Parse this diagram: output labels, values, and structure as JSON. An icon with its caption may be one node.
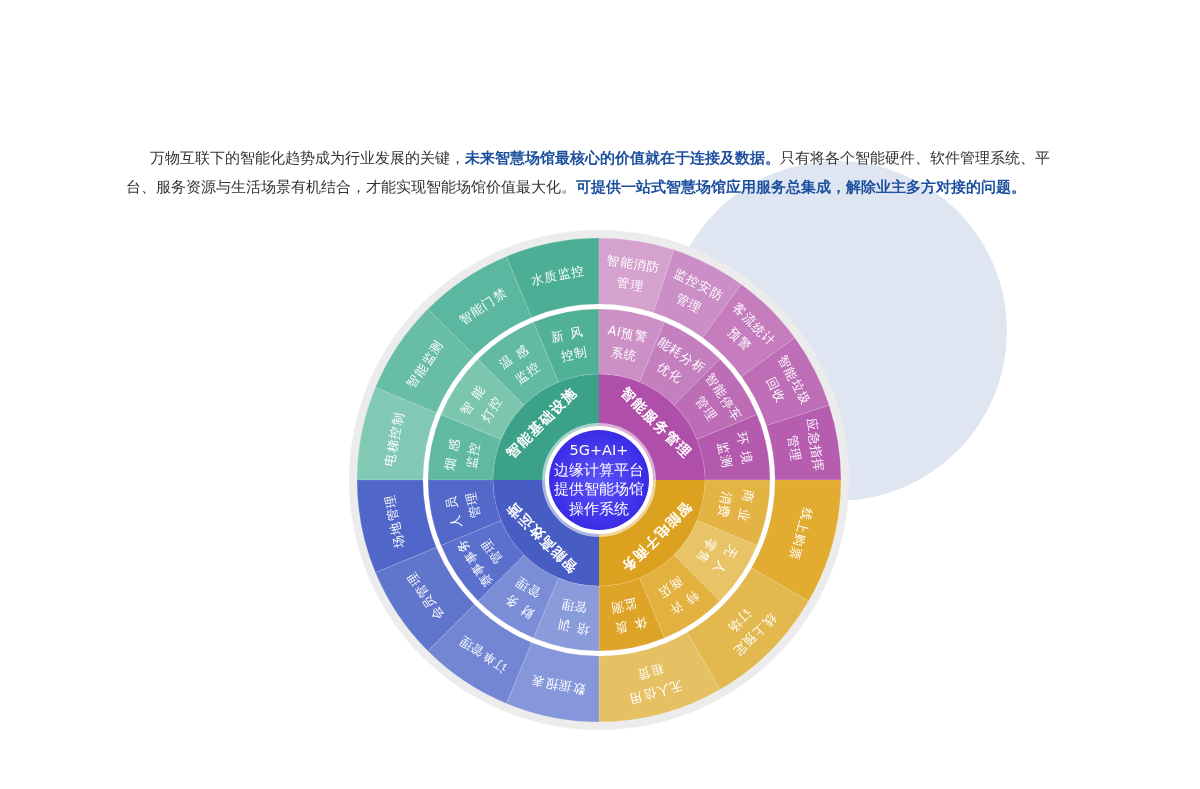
{
  "diagram": {
    "nodes": [
      {
        "text": [
          "5G+AI+ 边缘计算平台提供智能场馆操作系统"
        ]
      },
      {
        "text": [
          "智能基础设施"
        ]
      },
      {
        "text": [
          "智能服务管理"
        ]
      },
      {
        "text": [
          "智能电子商务"
        ]
      },
      {
        "text": [
          "智能高效运营"
        ]
      },
      {
        "text": [
          "烟感监控"
        ]
      },
      {
        "text": [
          "智能灯控"
        ]
      },
      {
        "text": [
          "温感监控"
        ]
      },
      {
        "text": [
          "新风控制"
        ]
      },
      {
        "text": [
          "AI预警系统"
        ]
      },
      {
        "text": [
          "能耗分析优化"
        ]
      },
      {
        "text": [
          "智能停车管理"
        ]
      },
      {
        "text": [
          "环境监测"
        ]
      },
      {
        "text": [
          "商业消费"
        ]
      },
      {
        "text": [
          "无人零售"
        ]
      },
      {
        "text": [
          "特许商店"
        ]
      },
      {
        "text": [
          "体质监测"
        ]
      },
      {
        "text": [
          "培训管理"
        ]
      },
      {
        "text": [
          "财务管理"
        ]
      },
      {
        "text": [
          "赛事事务管理"
        ]
      },
      {
        "text": [
          "人员管理"
        ]
      },
      {
        "text": [
          "电梯控制"
        ]
      },
      {
        "text": [
          "智能监测"
        ]
      },
      {
        "text": [
          "智能门禁"
        ]
      },
      {
        "text": [
          "水质监控"
        ]
      },
      {
        "text": [
          "智能消防管理"
        ]
      },
      {
        "text": [
          "监控安防管理"
        ]
      },
      {
        "text": [
          "客流统计预警"
        ]
      },
      {
        "text": [
          "智能垃圾回收"
        ]
      },
      {
        "text": [
          "应急指挥管理"
        ]
      },
      {
        "text": [
          "线上购票"
        ]
      },
      {
        "text": [
          "线上预定订场"
        ]
      },
      {
        "text": [
          "无人信用租赁"
        ]
      },
      {
        "text": [
          "数据报表"
        ]
      },
      {
        "text": [
          "订单管理"
        ]
      },
      {
        "text": [
          "会员管理"
        ]
      },
      {
        "text": [
          "场地管理"
        ]
      }
    ],
    "labels": [
      "万物互联下的智能化趋势成为行业发展的关键，**未来智慧场馆最核心的价值就在于连接及数据。**只有将各个智能硬件、软件管理系统、平台、服务资源与生活场景有机结合，才能实现智能场馆价值最大化。**可提供一站式智慧场馆应用服务总集成，解除业主多方对接的问题。**"
    ]
  }
}
